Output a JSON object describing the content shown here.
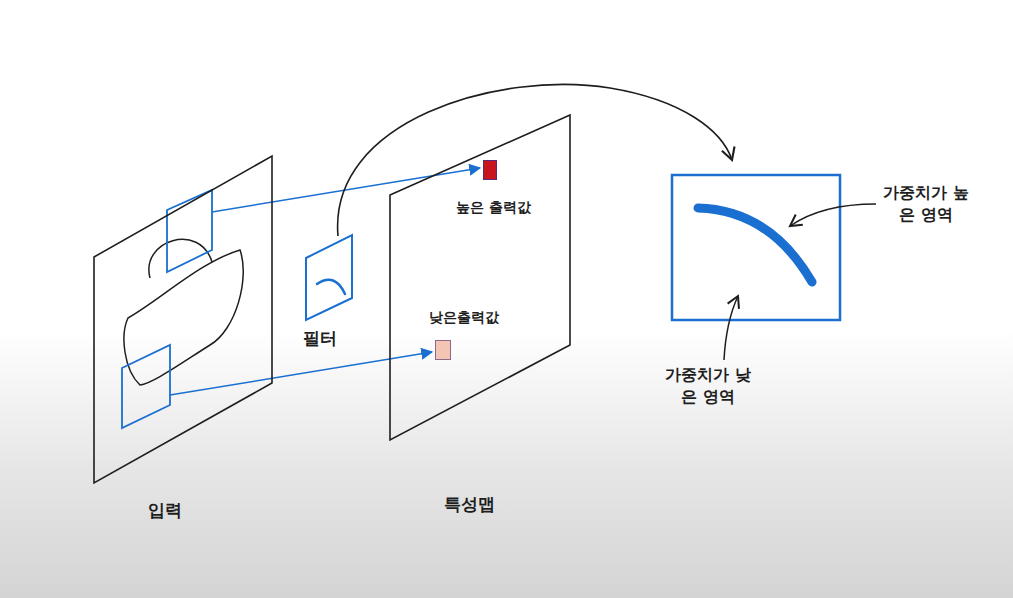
{
  "diagram": {
    "nodes": [
      {
        "text": [
          "입력"
        ]
      },
      {
        "text": [
          "필터"
        ]
      },
      {
        "text": [
          "특성맵"
        ]
      },
      {
        "text": [
          "높은 출력값"
        ],
        "in": 2
      },
      {
        "text": [
          "낮은출력값"
        ],
        "in": 2
      }
    ],
    "labels": [
      "가중치가 높은 영역",
      "가중치가 낮은 영역"
    ]
  }
}
